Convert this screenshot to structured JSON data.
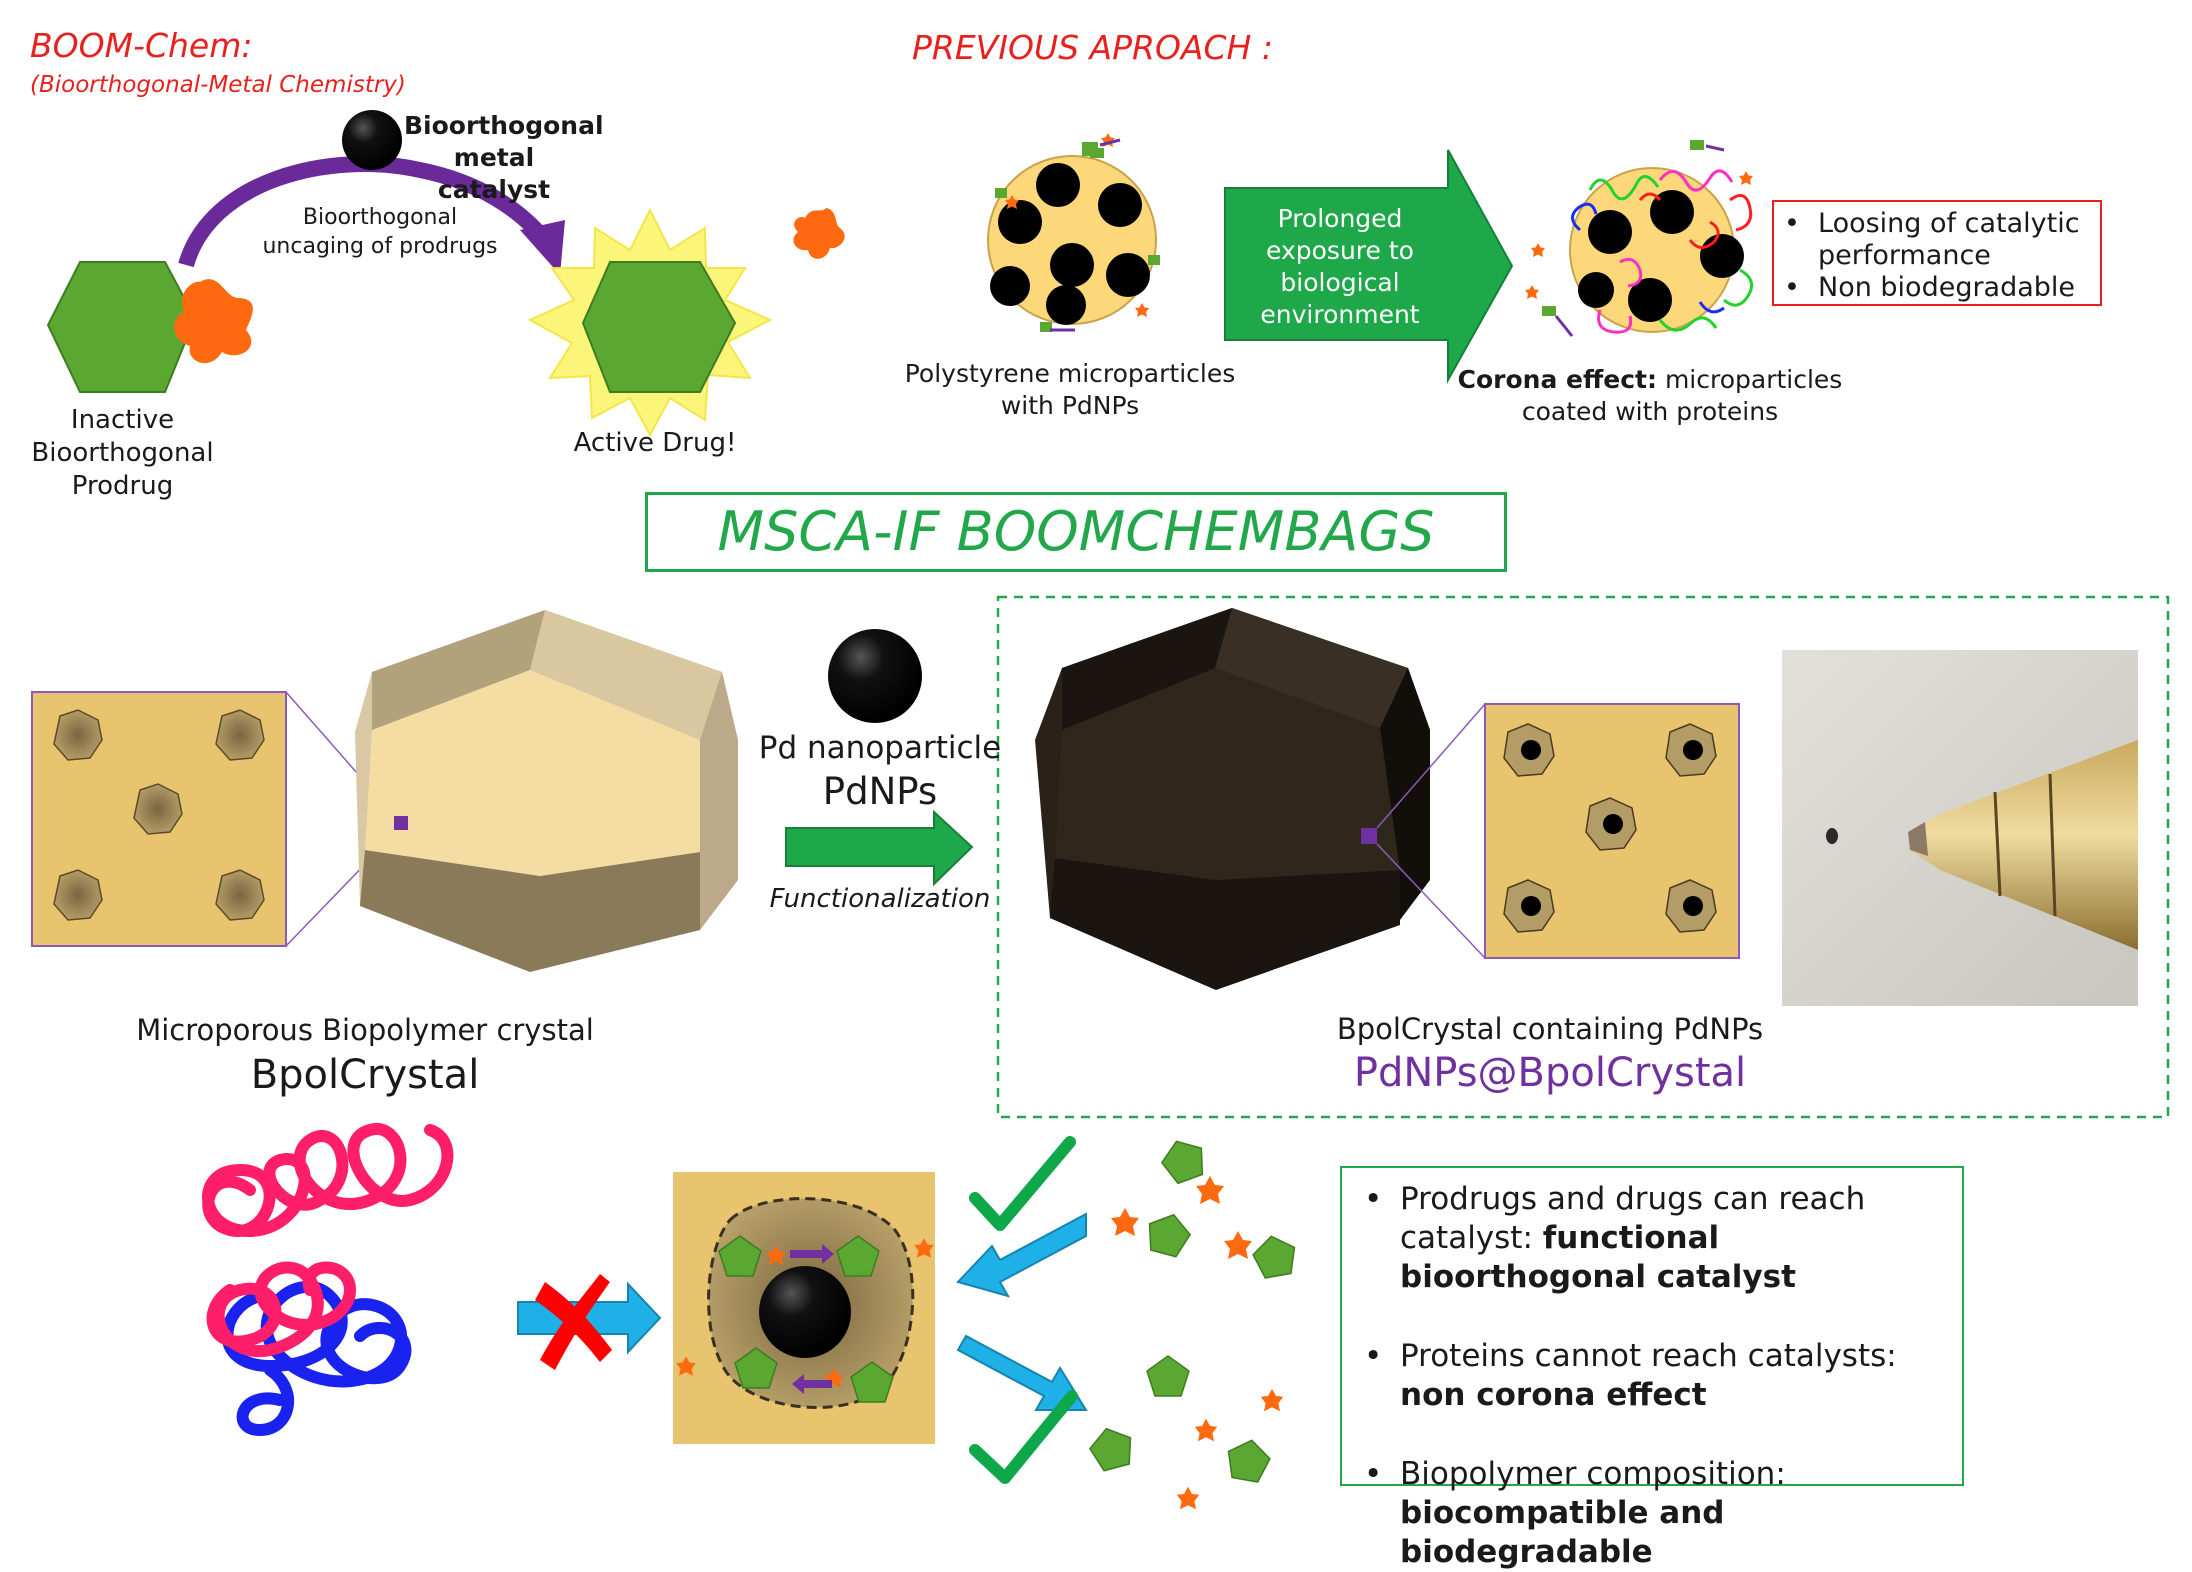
{
  "boom": {
    "title": "BOOM-Chem:",
    "subtitle": "(Bioorthogonal-Metal Chemistry)",
    "catalyst_label_1": "Bioorthogonal",
    "catalyst_label_2": "metal catalyst",
    "arrow_label_1": "Bioorthogonal",
    "arrow_label_2": "uncaging of prodrugs",
    "prodrug_1": "Inactive",
    "prodrug_2": "Bioorthogonal",
    "prodrug_3": "Prodrug",
    "active_drug": "Active Drug!"
  },
  "previous": {
    "title": "PREVIOUS APROACH :",
    "particles_1": "Polystyrene microparticles",
    "particles_2": "with PdNPs",
    "arrow_1": "Prolonged",
    "arrow_2": "exposure to",
    "arrow_3": "biological",
    "arrow_4": "environment",
    "corona_bold": "Corona effect:",
    "corona_rest": " microparticles",
    "corona_2": "coated with proteins",
    "issues": [
      "Loosing of catalytic performance",
      "Non biodegradable"
    ]
  },
  "banner": "MSCA-IF BOOMCHEMBAGS",
  "crystal": {
    "caption": "Microporous Biopolymer crystal",
    "name": "BpolCrystal"
  },
  "pd": {
    "label": "Pd nanoparticle",
    "abbr": "PdNPs",
    "step": "Functionalization"
  },
  "loaded": {
    "caption": "BpolCrystal containing PdNPs",
    "name": "PdNPs@BpolCrystal"
  },
  "benefits": [
    {
      "plain": "Prodrugs and drugs can reach catalyst: ",
      "bold": "functional bioorthogonal catalyst"
    },
    {
      "plain": "Proteins cannot reach catalysts: ",
      "bold": "non corona effect"
    },
    {
      "plain": "Biopolymer composition: ",
      "bold": "biocompatible and biodegradable"
    }
  ],
  "colors": {
    "accent_red": "#e8201e",
    "banner_green": "#22a84a",
    "purple": "#7030a0",
    "drug_green": "#5aa832",
    "cage_orange": "#ff6a10",
    "crystal_tan": "#e8c46e",
    "arrow_blue": "#1eb0e6"
  }
}
